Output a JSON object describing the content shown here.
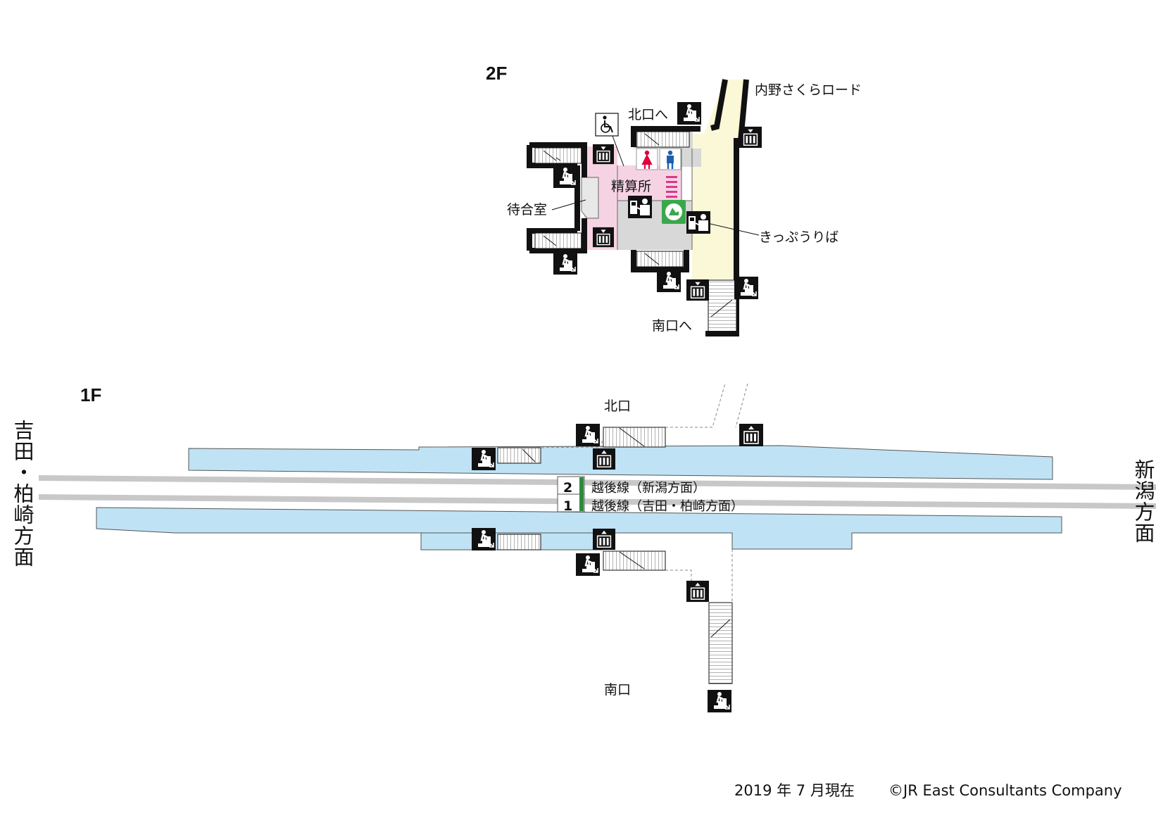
{
  "floors": {
    "upper": "2F",
    "lower": "1F"
  },
  "floor2": {
    "road": "内野さくらロード",
    "to_north": "北口へ",
    "to_south": "南口へ",
    "waiting_room": "待合室",
    "fare_adjustment": "精算所",
    "ticket_sales": "きっぷうりば"
  },
  "floor1": {
    "north_exit": "北口",
    "south_exit": "南口",
    "direction_left": "吉田・柏崎方面",
    "direction_right": "新潟方面",
    "tracks": [
      {
        "number": "2",
        "label": "越後線（新潟方面）"
      },
      {
        "number": "1",
        "label": "越後線（吉田・柏崎方面）"
      }
    ]
  },
  "footer": {
    "date": "2019 年 7 月現在",
    "copyright": "©JR East Consultants Company"
  },
  "icons": [
    "stairs-up-icon",
    "stairs-down-icon",
    "elevator-icon",
    "wheelchair-icon",
    "female-toilet-icon",
    "male-toilet-icon",
    "ticket-machine-icon",
    "green-window-icon"
  ],
  "colors": {
    "platform": "#bfe3f5",
    "concourse_pink": "#f6d3e3",
    "concourse_gray": "#d8d8d8",
    "passage_cream": "#fbf8d8",
    "track": "#c8c8c8",
    "line_green": "#2e8b3e",
    "green_window": "#3aa84a",
    "female": "#e0003a",
    "male": "#1f5fb0"
  }
}
